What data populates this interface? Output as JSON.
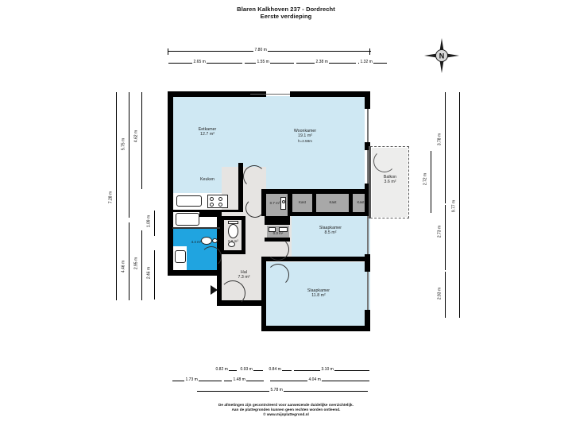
{
  "title": {
    "line1": "Blaren Kalkhoven 237 - Dordrecht",
    "line2": "Eerste verdieping"
  },
  "footer": {
    "line1": "De afmetingen zijn gecontroleerd voor aanwezende duidelijke overzichtelijk.",
    "line2": "Aan de plattegronden kunnen geen rechten worden ontleend.",
    "line3": "© www.mijnplattegrond.nl"
  },
  "compass": {
    "north_label": "N",
    "icon": "compass-rose-icon"
  },
  "rooms": [
    {
      "id": "eetkamer",
      "name": "Eetkamer",
      "area": "12.7 m²",
      "height": ""
    },
    {
      "id": "woonkamer",
      "name": "Woonkamer",
      "area": "19.1 m²",
      "height": "h=2.58m"
    },
    {
      "id": "keuken",
      "name": "Keuken",
      "area": "",
      "height": ""
    },
    {
      "id": "badkamer",
      "name": "",
      "area": "4.4 m²",
      "height": ""
    },
    {
      "id": "toilet",
      "name": "",
      "area": "0.9 m²",
      "height": ""
    },
    {
      "id": "meterkast",
      "name": "",
      "area": "0.7 m²",
      "height": ""
    },
    {
      "id": "kastje",
      "name": "",
      "area": "0.3 m²",
      "height": ""
    },
    {
      "id": "kast1",
      "name": "Kast",
      "area": "",
      "height": ""
    },
    {
      "id": "kast2",
      "name": "Kast",
      "area": "",
      "height": ""
    },
    {
      "id": "kast3",
      "name": "Kast",
      "area": "",
      "height": ""
    },
    {
      "id": "slaapkamer1",
      "name": "Slaapkamer",
      "area": "8.5 m²",
      "height": ""
    },
    {
      "id": "slaapkamer2",
      "name": "Slaapkamer",
      "area": "11.8 m²",
      "height": ""
    },
    {
      "id": "hal",
      "name": "Hal",
      "area": "7.3 m²",
      "height": ""
    },
    {
      "id": "balkon",
      "name": "Balkon",
      "area": "3.6 m²",
      "height": ""
    }
  ],
  "dimensions": {
    "top": {
      "overall": "7.80 m",
      "segments": [
        "2.65 m",
        "1.55 m",
        "2.38 m",
        "1.32 m"
      ]
    },
    "bottom": {
      "row1": [
        "0.82 m",
        "0.93 m",
        "0.84 m",
        "3.10 m"
      ],
      "row2": [
        "1.73 m",
        "1.48 m",
        "4.04 m"
      ],
      "row3": [
        "5.78 m"
      ]
    },
    "left": {
      "outer": "7.28 m",
      "mid": [
        "5.75 m",
        "4.46 m"
      ],
      "inner": [
        "4.62 m",
        "2.95 m",
        "1.09 m",
        "2.46 m"
      ]
    },
    "right": {
      "outer": "9.77 m",
      "mid": [
        "3.78 m",
        "2.73 m",
        "2.93 m"
      ],
      "inner": [
        "2.72 m"
      ]
    }
  },
  "colors": {
    "room_blue": "#cfe8f3",
    "room_grey": "#e6e4e2",
    "tile_blue": "#20a4e0",
    "closet_grey": "#a8a8a8",
    "wall_black": "#000000",
    "balcony_grey": "#ededec"
  }
}
